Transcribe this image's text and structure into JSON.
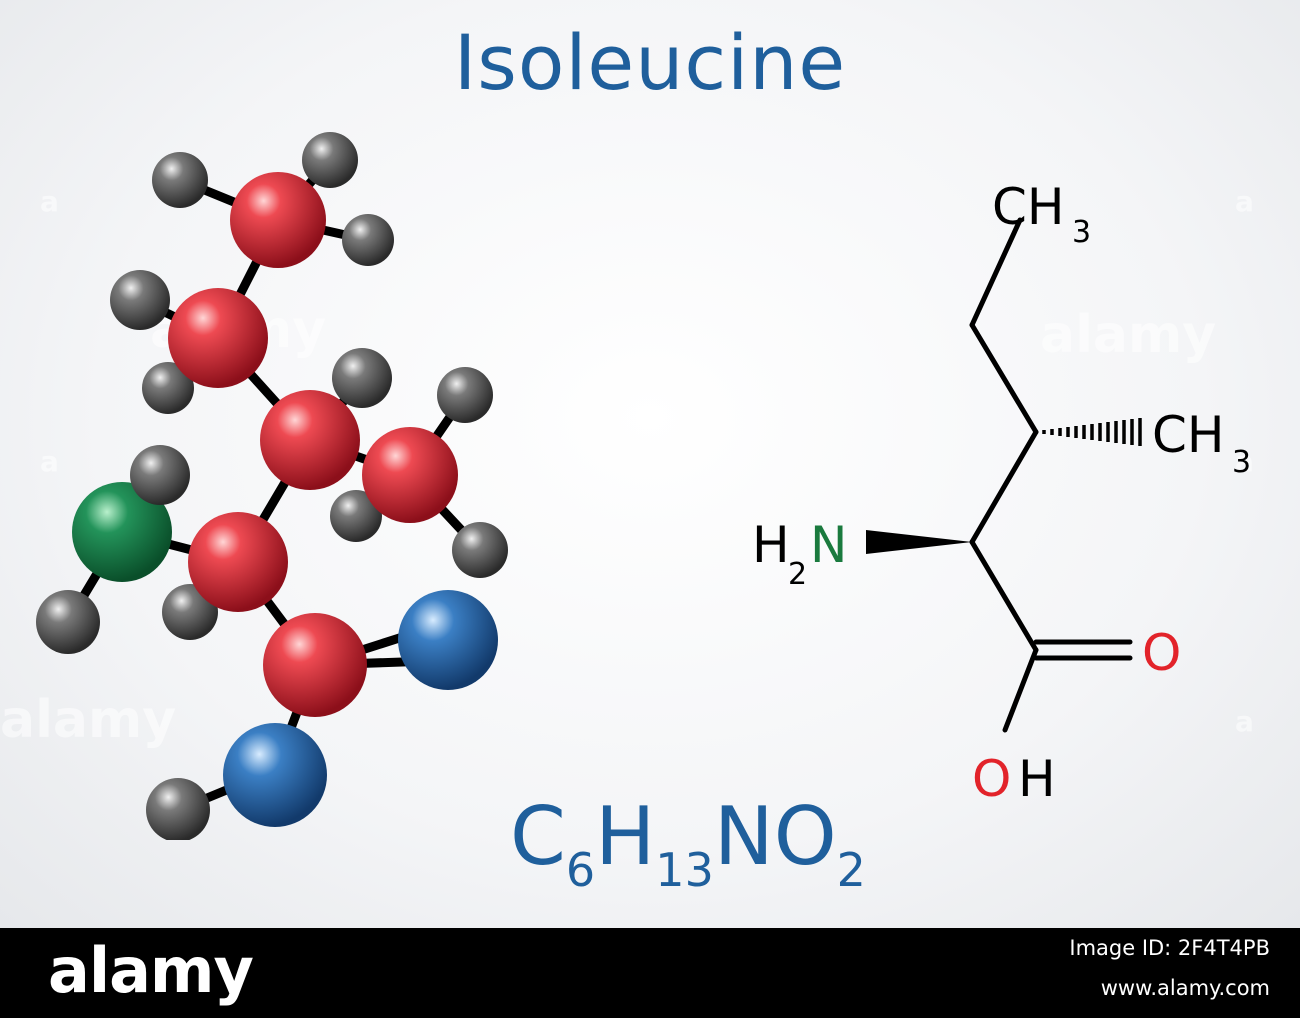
{
  "title": "Isoleucine",
  "formula": {
    "parts": [
      "C",
      "6",
      "H",
      "13",
      "NO",
      "2"
    ]
  },
  "structure_labels": {
    "ch3_top": "CH",
    "ch3_top_sub": "3",
    "ch3_right": "CH",
    "ch3_right_sub": "3",
    "amine_h": "H",
    "amine_sub": "2",
    "amine_n": "N",
    "carbonyl_o": "O",
    "hydroxyl_o": "O",
    "hydroxyl_h": "H"
  },
  "watermark": {
    "text": "alamy",
    "small": "a"
  },
  "footer": {
    "brand": "alamy",
    "image_id": "Image ID: 2F4T4PB",
    "site": "www.alamy.com"
  },
  "colors": {
    "title": "#1f5f9c",
    "carbon": "#d42a36",
    "hydrogen": "#4a4a4a",
    "nitrogen": "#1b7a45",
    "oxygen": "#2c6db0",
    "label_nitrogen": "#1a7a3e",
    "label_oxygen": "#e2232a"
  }
}
